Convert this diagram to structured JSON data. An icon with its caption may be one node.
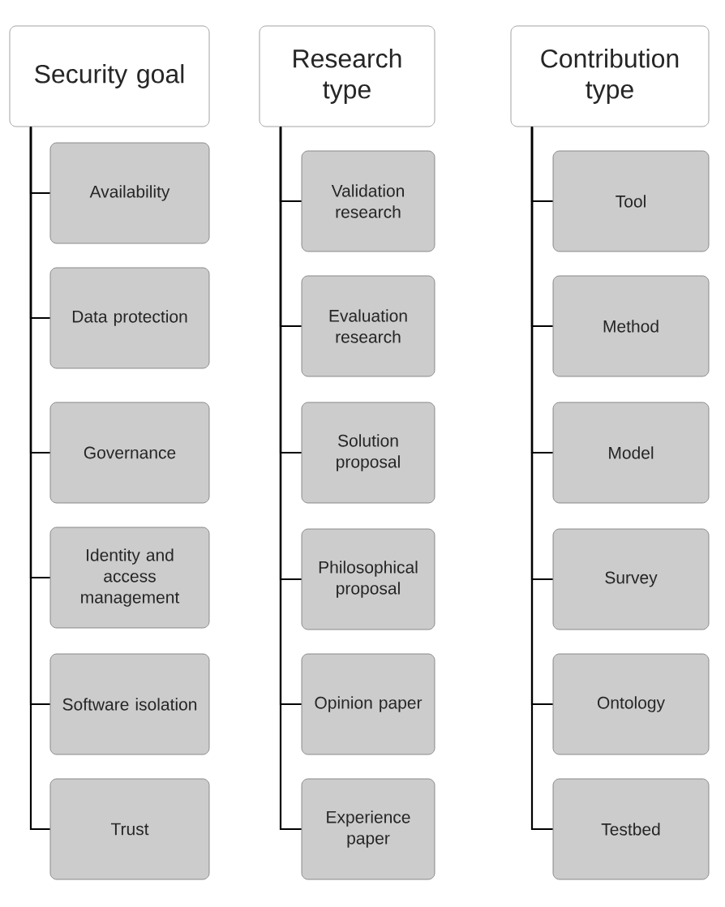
{
  "diagram": {
    "nodes": [
      {
        "text": [
          "Security goal"
        ]
      },
      {
        "text": [
          "Availability"
        ]
      },
      {
        "text": [
          "Data protection"
        ]
      },
      {
        "text": [
          "Governance"
        ]
      },
      {
        "text": [
          "Identity and access management"
        ]
      },
      {
        "text": [
          "Software isolation"
        ]
      },
      {
        "text": [
          "Trust"
        ]
      },
      {
        "text": [
          "Research type"
        ]
      },
      {
        "text": [
          "Validation research"
        ]
      },
      {
        "text": [
          "Evaluation research"
        ]
      },
      {
        "text": [
          "Solution proposal"
        ]
      },
      {
        "text": [
          "Philosophical proposal"
        ]
      },
      {
        "text": [
          "Opinion paper"
        ]
      },
      {
        "text": [
          "Experience paper"
        ]
      },
      {
        "text": [
          "Contribution type"
        ]
      },
      {
        "text": [
          "Tool"
        ]
      },
      {
        "text": [
          "Method"
        ]
      },
      {
        "text": [
          "Model"
        ]
      },
      {
        "text": [
          "Survey"
        ]
      },
      {
        "text": [
          "Ontology"
        ]
      },
      {
        "text": [
          "Testbed"
        ]
      }
    ],
    "edges": [
      {
        "from": 0,
        "to": 1,
        "arrow": "none"
      },
      {
        "from": 0,
        "to": 2,
        "arrow": "none"
      },
      {
        "from": 0,
        "to": 3,
        "arrow": "none"
      },
      {
        "from": 0,
        "to": 4,
        "arrow": "none"
      },
      {
        "from": 0,
        "to": 5,
        "arrow": "none"
      },
      {
        "from": 0,
        "to": 6,
        "arrow": "none"
      },
      {
        "from": 7,
        "to": 8,
        "arrow": "none"
      },
      {
        "from": 7,
        "to": 9,
        "arrow": "none"
      },
      {
        "from": 7,
        "to": 10,
        "arrow": "none"
      },
      {
        "from": 7,
        "to": 11,
        "arrow": "none"
      },
      {
        "from": 7,
        "to": 12,
        "arrow": "none"
      },
      {
        "from": 7,
        "to": 13,
        "arrow": "none"
      },
      {
        "from": 14,
        "to": 15,
        "arrow": "none"
      },
      {
        "from": 14,
        "to": 16,
        "arrow": "none"
      },
      {
        "from": 14,
        "to": 17,
        "arrow": "none"
      },
      {
        "from": 14,
        "to": 18,
        "arrow": "none"
      },
      {
        "from": 14,
        "to": 19,
        "arrow": "none"
      },
      {
        "from": 14,
        "to": 20,
        "arrow": "none"
      }
    ]
  }
}
